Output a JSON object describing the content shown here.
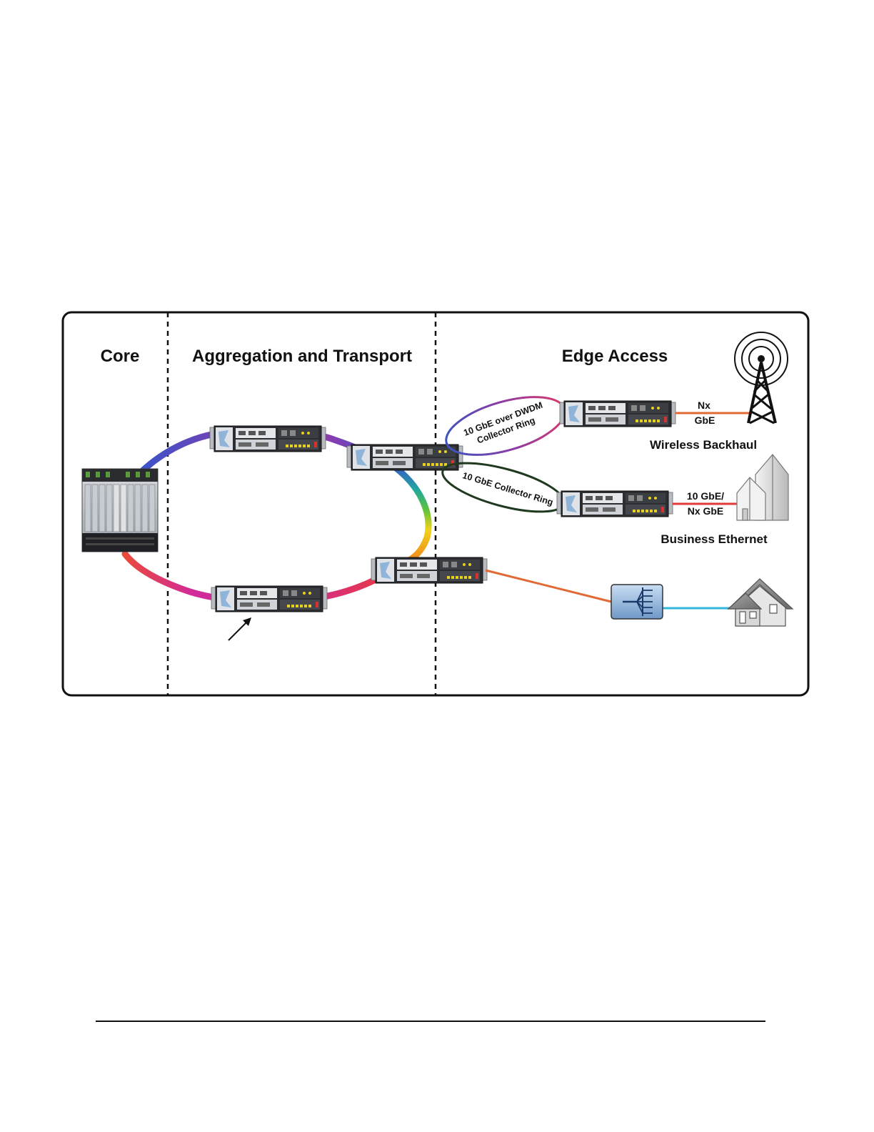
{
  "sections": {
    "core": "Core",
    "aggregation": "Aggregation and Transport",
    "edge": "Edge Access"
  },
  "edge_links": {
    "dwdm_ring_line1": "10 GbE over DWDM",
    "dwdm_ring_line2": "Collector Ring",
    "collector_ring": "10 GbE Collector Ring",
    "wireless_rate_line1": "Nx",
    "wireless_rate_line2": "GbE",
    "business_rate_line1": "10 GbE/",
    "business_rate_line2": "Nx GbE"
  },
  "endpoints": {
    "wireless": "Wireless Backhaul",
    "business": "Business Ethernet"
  },
  "icons": [
    "core-chassis-icon",
    "router-icon",
    "cell-tower-icon",
    "office-building-icon",
    "optical-splitter-icon",
    "house-icon"
  ],
  "colors": {
    "ring_gradient": [
      "#7a3fb5",
      "#3a55c8",
      "#22a7a0",
      "#5cc23b",
      "#f0d21b",
      "#f07f1a",
      "#ea3a3a",
      "#d12a9a"
    ],
    "orange_link": "#e06a35",
    "cyan_link": "#34b5dd",
    "dwdm_ring": [
      "#3c54c0",
      "#8a3ca8",
      "#d63a6b"
    ],
    "collector_ring": "#1f3a1f"
  }
}
